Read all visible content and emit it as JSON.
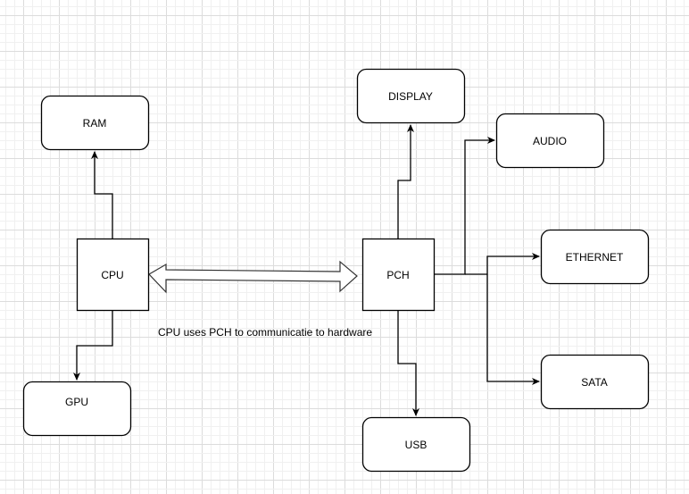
{
  "diagram": {
    "type": "block-diagram",
    "colors": {
      "background": "#ffffff",
      "grid_minor": "#f0f0f0",
      "grid_major": "#dcdcdc",
      "stroke": "#000000",
      "fill": "#ffffff"
    },
    "nodes": [
      {
        "id": "ram",
        "label": "RAM",
        "shape": "rounded-rect"
      },
      {
        "id": "cpu",
        "label": "CPU",
        "shape": "rect"
      },
      {
        "id": "gpu",
        "label": "GPU",
        "shape": "rounded-rect"
      },
      {
        "id": "pch",
        "label": "PCH",
        "shape": "rect"
      },
      {
        "id": "display",
        "label": "DISPLAY",
        "shape": "rounded-rect"
      },
      {
        "id": "audio",
        "label": "AUDIO",
        "shape": "rounded-rect"
      },
      {
        "id": "ethernet",
        "label": "ETHERNET",
        "shape": "rounded-rect"
      },
      {
        "id": "sata",
        "label": "SATA",
        "shape": "rounded-rect"
      },
      {
        "id": "usb",
        "label": "USB",
        "shape": "rounded-rect"
      }
    ],
    "edges": [
      {
        "from": "cpu",
        "to": "ram",
        "style": "orthogonal-arrow"
      },
      {
        "from": "cpu",
        "to": "gpu",
        "style": "orthogonal-arrow"
      },
      {
        "from": "cpu",
        "to": "pch",
        "style": "double-block-arrow"
      },
      {
        "from": "pch",
        "to": "display",
        "style": "orthogonal-arrow"
      },
      {
        "from": "pch",
        "to": "audio",
        "style": "orthogonal-arrow"
      },
      {
        "from": "pch",
        "to": "ethernet",
        "style": "orthogonal-arrow"
      },
      {
        "from": "pch",
        "to": "sata",
        "style": "orthogonal-arrow"
      },
      {
        "from": "pch",
        "to": "usb",
        "style": "orthogonal-arrow"
      }
    ],
    "annotation": "CPU uses PCH to communicatie to hardware"
  }
}
